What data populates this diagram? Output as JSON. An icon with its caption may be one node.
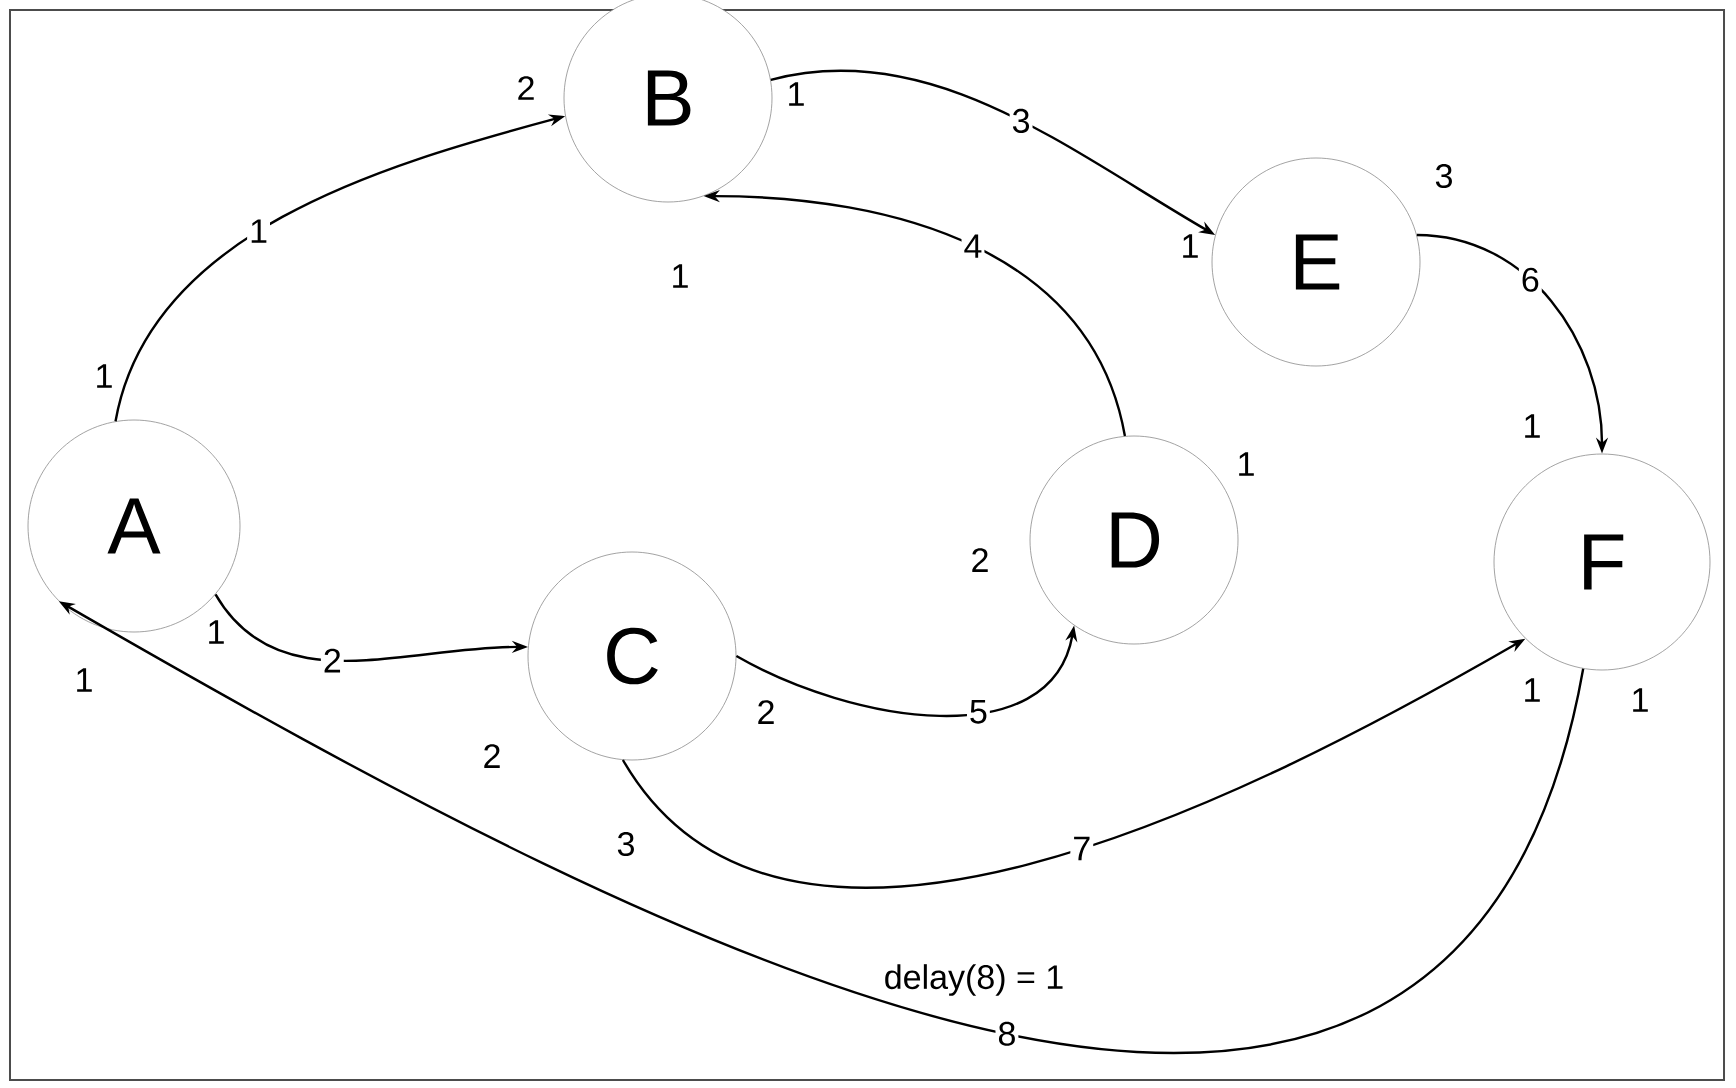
{
  "diagram": {
    "nodes": [
      {
        "text": [
          "A"
        ],
        "beside": [
          "1",
          "1",
          "1"
        ]
      },
      {
        "text": [
          "B"
        ],
        "beside": [
          "2",
          "1",
          "1"
        ]
      },
      {
        "text": [
          "C"
        ],
        "beside": [
          "2",
          "2",
          "3"
        ]
      },
      {
        "text": [
          "D"
        ],
        "beside": [
          "1",
          "2"
        ]
      },
      {
        "text": [
          "E"
        ],
        "beside": [
          "1",
          "3"
        ]
      },
      {
        "text": [
          "F"
        ],
        "beside": [
          "1",
          "1",
          "1"
        ]
      }
    ],
    "edges": [
      {
        "from": 0,
        "to": 1,
        "arrow": "to",
        "label": "1"
      },
      {
        "from": 0,
        "to": 2,
        "arrow": "to",
        "label": "2"
      },
      {
        "from": 1,
        "to": 4,
        "arrow": "to",
        "label": "3"
      },
      {
        "from": 3,
        "to": 1,
        "arrow": "to",
        "label": "4"
      },
      {
        "from": 2,
        "to": 3,
        "arrow": "to",
        "label": "5"
      },
      {
        "from": 4,
        "to": 5,
        "arrow": "to",
        "label": "6"
      },
      {
        "from": 2,
        "to": 5,
        "arrow": "to",
        "label": "7"
      },
      {
        "from": 5,
        "to": 0,
        "arrow": "to",
        "label": "8"
      }
    ],
    "labels": [
      "delay(8) = 1"
    ]
  }
}
